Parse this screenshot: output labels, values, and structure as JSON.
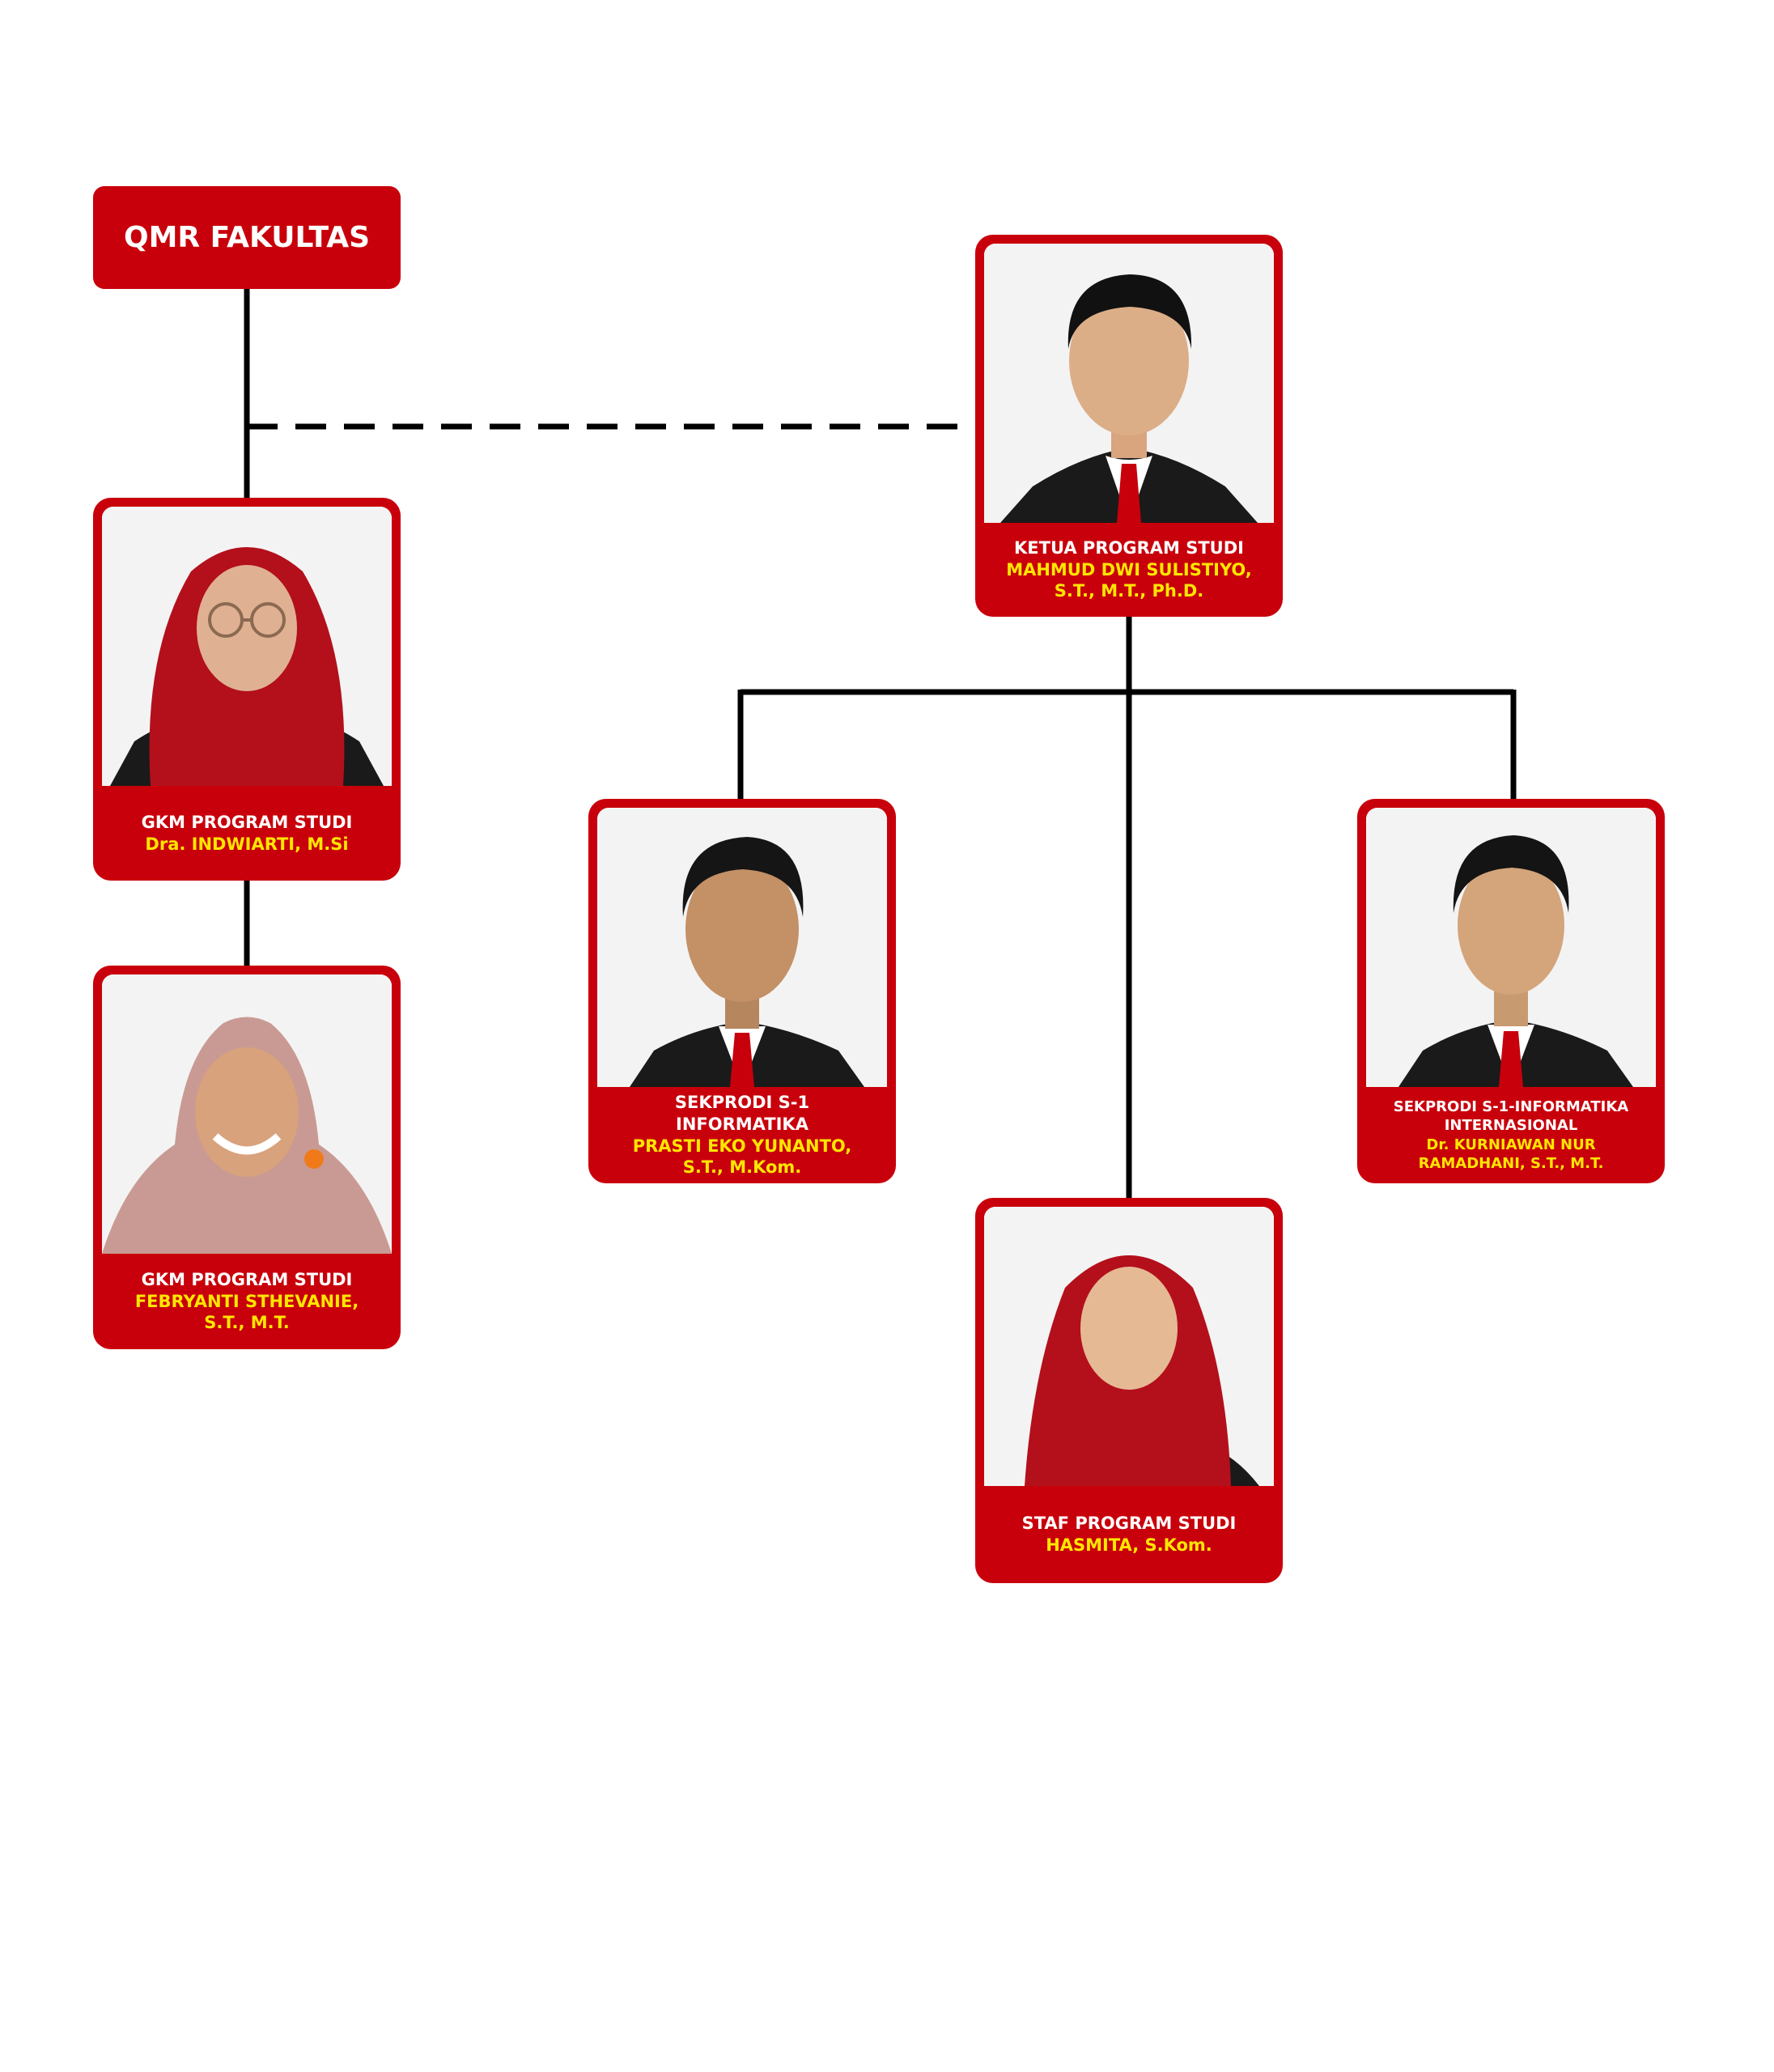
{
  "chart": {
    "root": {
      "label": "QMR FAKULTAS"
    },
    "ketua": {
      "role": "KETUA PROGRAM STUDI",
      "name1": "MAHMUD DWI SULISTIYO,",
      "name2": "S.T., M.T., Ph.D."
    },
    "gkm1": {
      "role": "GKM PROGRAM STUDI",
      "name1": "Dra. INDWIARTI, M.Si"
    },
    "gkm2": {
      "role": "GKM PROGRAM STUDI",
      "name1": "FEBRYANTI STHEVANIE,",
      "name2": "S.T., M.T."
    },
    "sek1": {
      "role1": "SEKPRODI  S-1",
      "role2": "INFORMATIKA",
      "name1": "PRASTI EKO YUNANTO,",
      "name2": "S.T., M.Kom."
    },
    "sek2": {
      "role1": "SEKPRODI S-1-INFORMATIKA",
      "role2": "INTERNASIONAL",
      "name1": "Dr. KURNIAWAN NUR",
      "name2": "RAMADHANI, S.T., M.T."
    },
    "staf": {
      "role": "STAF PROGRAM STUDI",
      "name1": "HASMITA, S.Kom."
    }
  },
  "colors": {
    "card": "#c8000b",
    "name_text": "#ffe600",
    "role_text": "#ffffff",
    "line": "#000000"
  }
}
